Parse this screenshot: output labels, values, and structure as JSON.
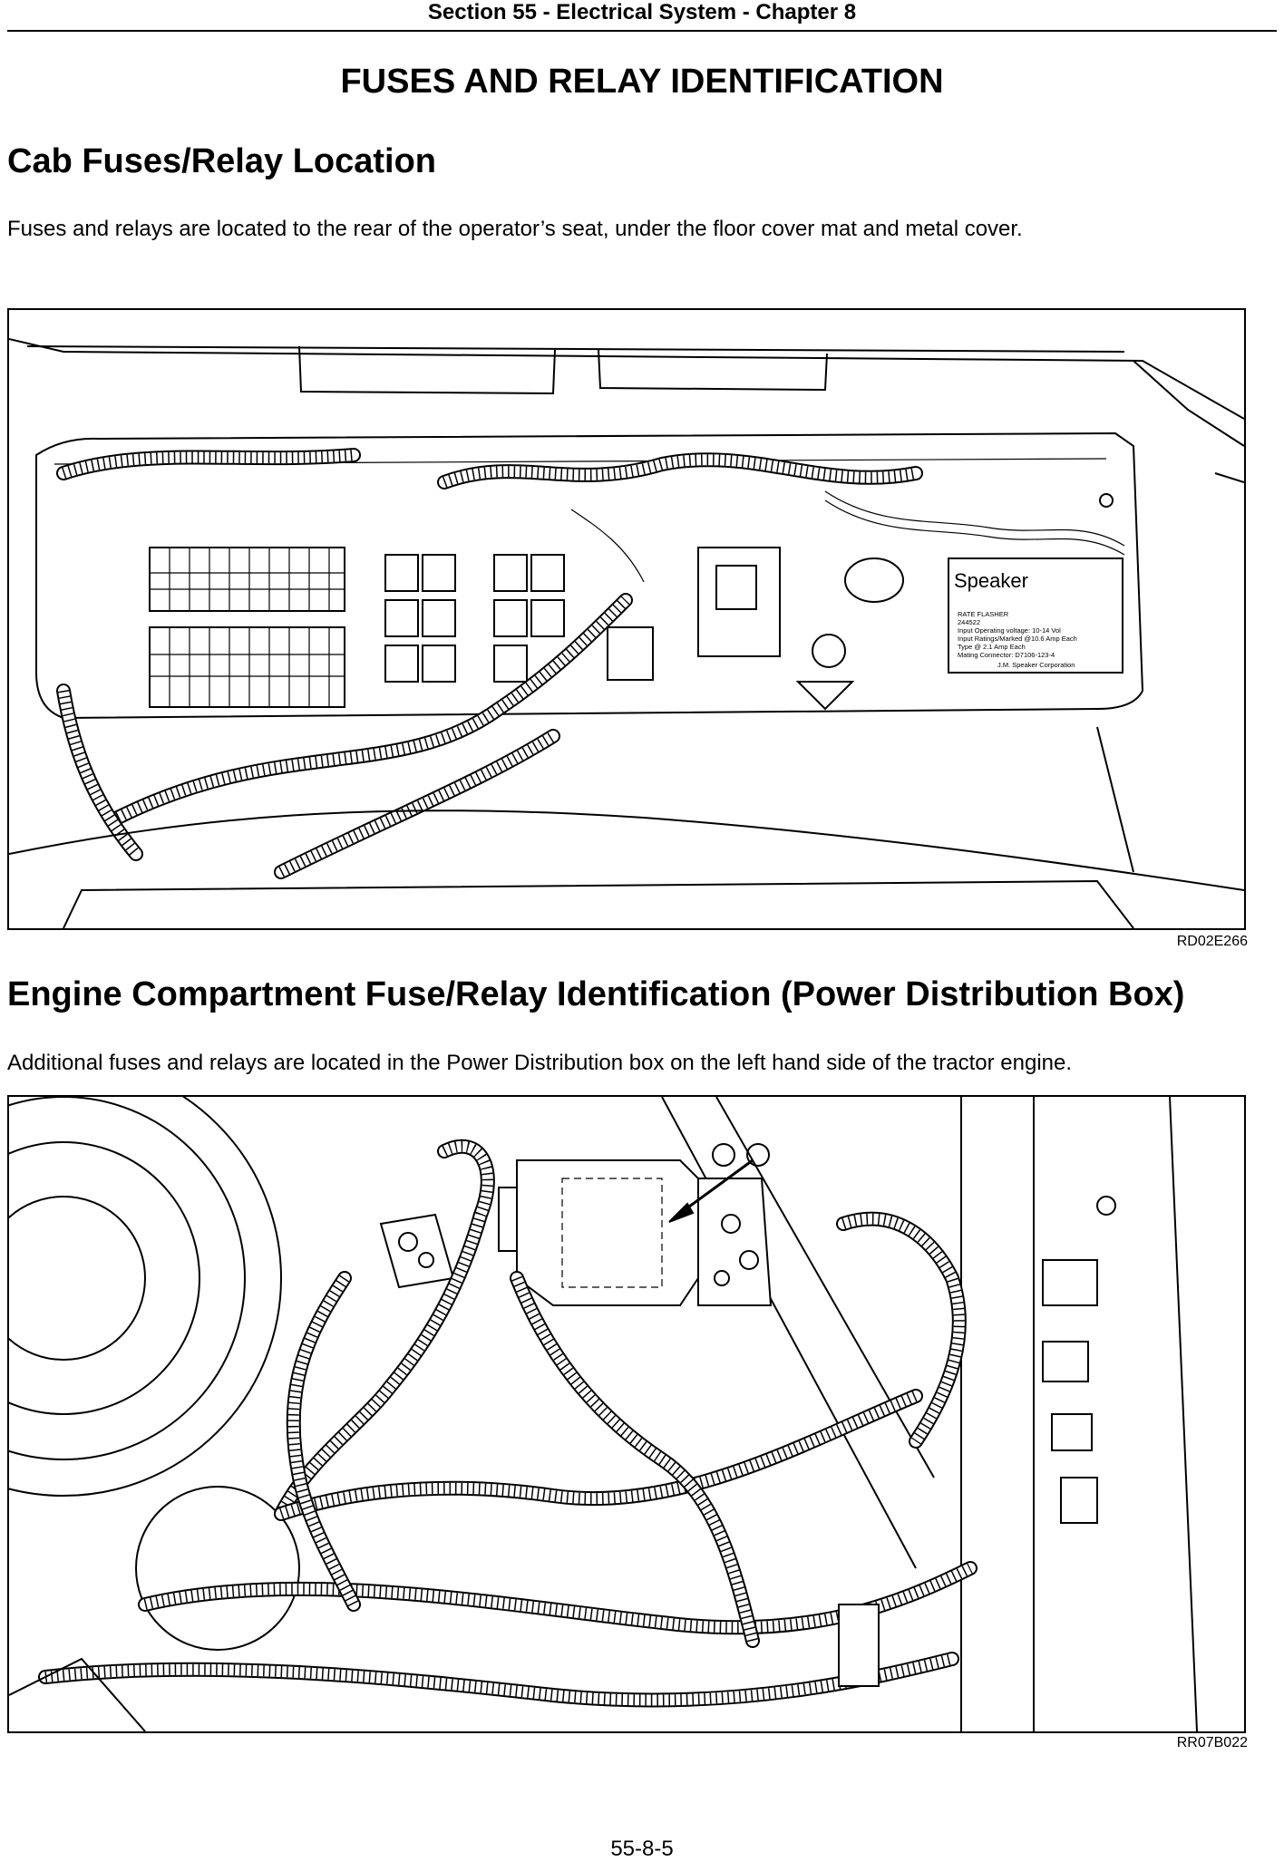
{
  "header": {
    "section": "Section 55 - Electrical System - Chapter 8"
  },
  "page_title": "FUSES AND RELAY IDENTIFICATION",
  "cab": {
    "heading": "Cab Fuses/Relay Location",
    "text": "Fuses and relays are located to the rear of the operator’s seat, under the floor cover mat and metal cover.",
    "figure_code": "RD02E266",
    "speaker_label": "Speaker",
    "label_lines": [
      "RATE FLASHER",
      "244522",
      "Input Operating voltage: 10-14 Vol",
      "Input Ratings/Marked @10.6 Amp Each",
      "Type @ 2.1 Amp Each",
      "Mating Connector: D7106-123-4",
      "J.M. Speaker Corporation"
    ]
  },
  "engine": {
    "heading": "Engine Compartment Fuse/Relay Identification (Power Distribution Box)",
    "text": "Additional fuses and relays are located in the Power Distribution box on the left hand side of the tractor engine.",
    "figure_code": "RR07B022"
  },
  "footer": {
    "page_number": "55-8-5"
  }
}
